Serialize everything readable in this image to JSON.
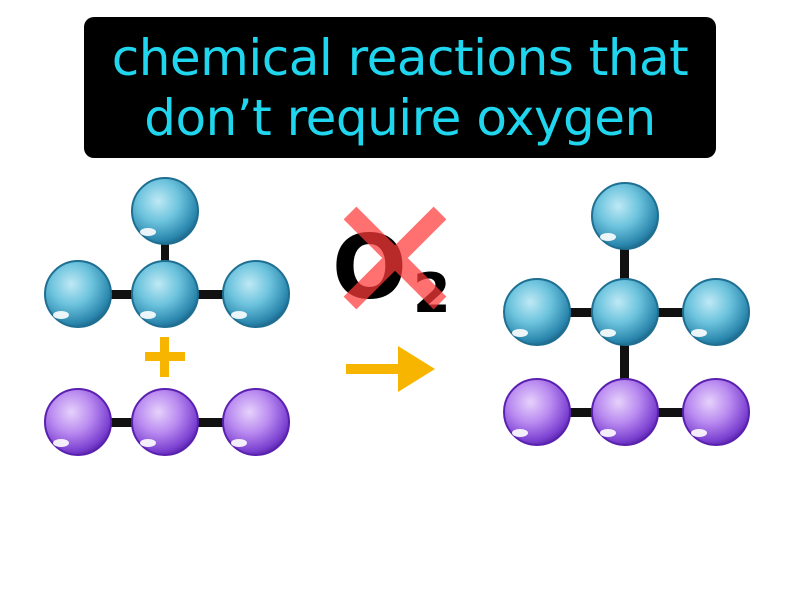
{
  "caption": {
    "line1": "chemical reactions that",
    "line2": "don’t require oxygen"
  },
  "oxygen_label": {
    "element": "O",
    "subscript": "2"
  },
  "colors": {
    "caption_text": "#1fd6ee",
    "caption_bg": "#000000",
    "blue_atom": "#3a9bc0",
    "purple_atom": "#9a5be0",
    "plus_and_arrow": "#f7b500",
    "cross": "#ff3b3b",
    "bond": "#111111"
  },
  "icons": {
    "plus": "plus-icon",
    "arrow": "arrow-right-icon",
    "cross": "cross-out-icon"
  }
}
